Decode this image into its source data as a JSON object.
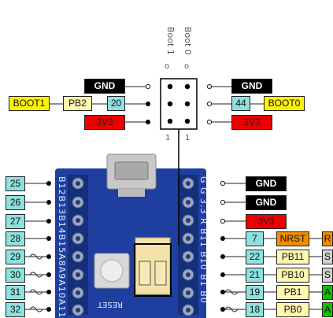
{
  "boot_header": {
    "col_labels": [
      "Boot 1",
      "Boot 0"
    ],
    "circle": "o",
    "pin_numbers": [
      "1",
      "1"
    ]
  },
  "left_top": {
    "gnd": "GND",
    "boot1": "BOOT1",
    "pb2": "PB2",
    "num20": "20",
    "v33": "3V3"
  },
  "right_top": {
    "gnd": "GND",
    "num44": "44",
    "boot0": "BOOT0",
    "v33": "3V3"
  },
  "left_pins": [
    "25",
    "26",
    "27",
    "28",
    "29",
    "30",
    "31",
    "32"
  ],
  "board_silk_left": "B12B13B14B15A8A9A10A11",
  "board_silk_right": "G G 3.3 R B11 B10 B1 B0",
  "reset_text": "RESET",
  "right_side": {
    "power": [
      "GND",
      "GND",
      "3V3"
    ],
    "rows": [
      {
        "num": "7",
        "name": "NRST",
        "tail": "R"
      },
      {
        "num": "22",
        "name": "PB11",
        "tail": "S"
      },
      {
        "num": "21",
        "name": "PB10",
        "tail": "S"
      },
      {
        "num": "19",
        "name": "PB1",
        "tail": "A"
      },
      {
        "num": "18",
        "name": "PB0",
        "tail": "A"
      }
    ]
  },
  "colors": {
    "gnd": "#000000",
    "v33": "#e00000",
    "yellow": "#fff200",
    "pin": "#fff6b0",
    "number": "#8fe0e0",
    "board": "#1e3fa0",
    "orange": "#f08c00",
    "green": "#10c000"
  }
}
